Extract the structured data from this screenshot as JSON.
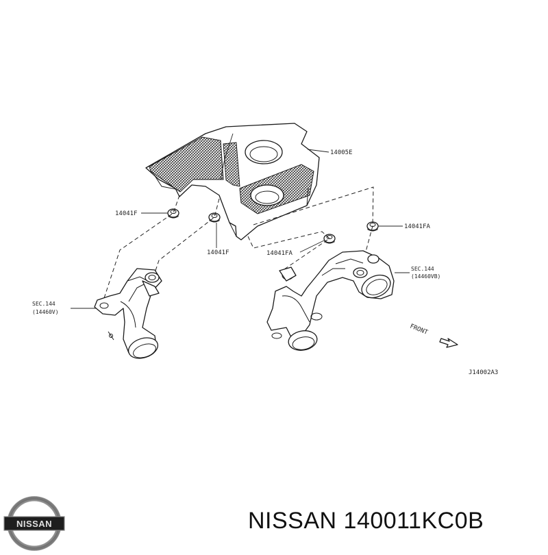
{
  "callouts": {
    "cover": "14005E",
    "stud_left": "14041F",
    "stud_mid": "14041F",
    "stud_right": "14041FA",
    "stud_mid_right": "14041FA",
    "sec_left_line1": "SEC.144",
    "sec_left_line2": "(14460V)",
    "sec_right_line1": "SEC.144",
    "sec_right_line2": "(14460VB)",
    "front": "FRONT",
    "drawing_id": "J14002A3"
  },
  "brand": {
    "logo_text": "NISSAN",
    "part_title": "NISSAN 140011KC0B"
  },
  "colors": {
    "line": "#1a1a1a",
    "logo_bar": "#1e1e1e",
    "logo_ring": "#8a8a8a"
  }
}
